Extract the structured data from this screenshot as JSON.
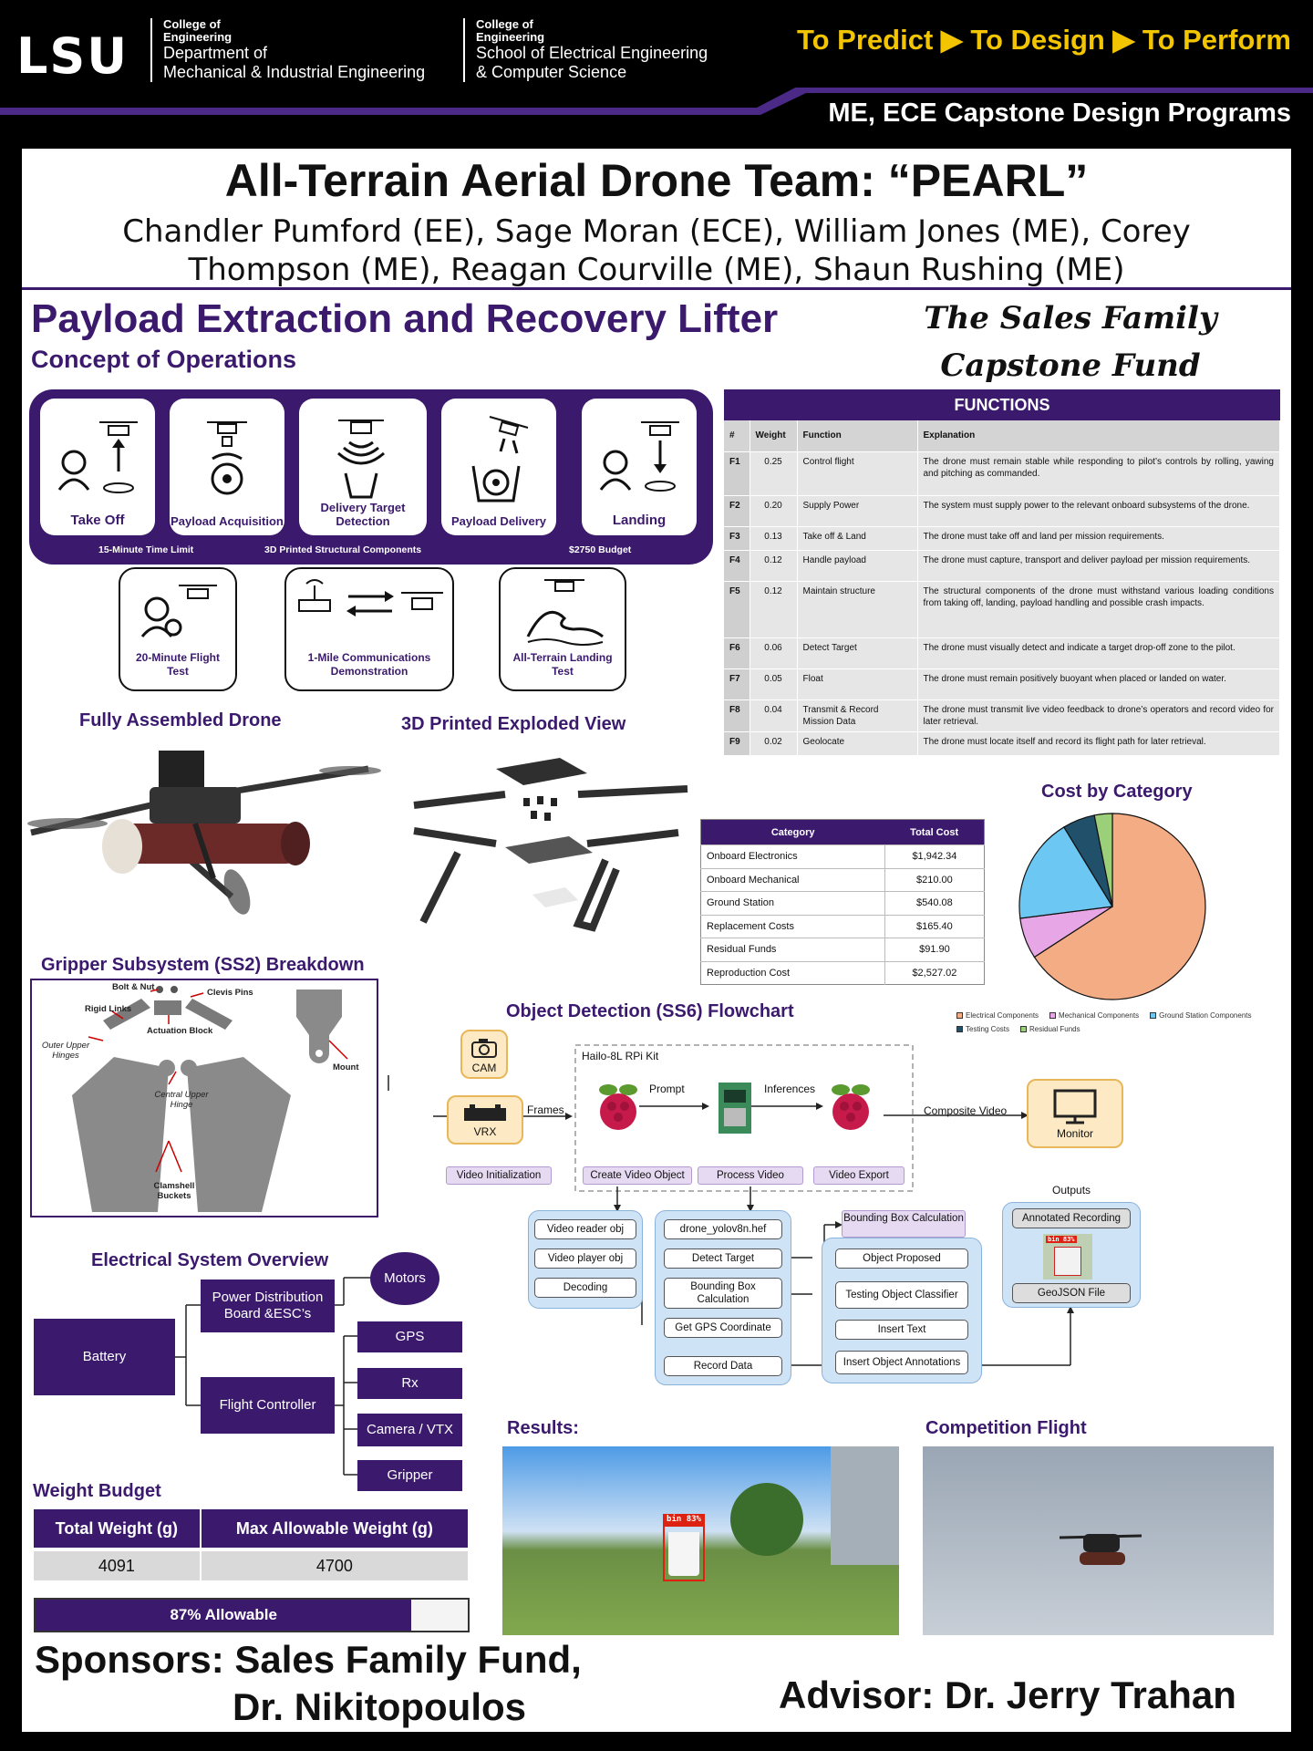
{
  "header": {
    "logo": "LSU",
    "dept1": {
      "college": "College of",
      "school": "Engineering",
      "line1": "Department of",
      "line2": "Mechanical & Industrial Engineering"
    },
    "dept2": {
      "college": "College of",
      "school": "Engineering",
      "line1": "School of Electrical Engineering",
      "line2": "& Computer Science"
    },
    "tagline": "To Predict ▶ To Design ▶ To Perform",
    "program": "ME, ECE Capstone Design Programs",
    "colors": {
      "purple": "#3b1a6e",
      "gold": "#f2c500"
    }
  },
  "title": "All-Terrain Aerial Drone Team: “PEARL”",
  "authors": "Chandler Pumford (EE), Sage Moran (ECE), William Jones (ME), Corey Thompson (ME), Reagan Courville (ME), Shaun Rushing (ME)",
  "main_heading": "Payload Extraction and Recovery Lifter",
  "fund_logo": "The Sales Family Capstone Fund",
  "conops": {
    "heading": "Concept of Operations",
    "ops": [
      "Take Off",
      "Payload Acquisition",
      "Delivery Target Detection",
      "Payload Delivery",
      "Landing"
    ],
    "constraints": [
      "15-Minute Time Limit",
      "3D Printed Structural Components",
      "$2750 Budget"
    ],
    "tests": [
      "20-Minute Flight Test",
      "1-Mile Communications Demonstration",
      "All-Terrain Landing Test"
    ]
  },
  "functions": {
    "title": "FUNCTIONS",
    "columns": [
      "#",
      "Weight",
      "Function",
      "Explanation"
    ],
    "rows": [
      [
        "F1",
        "0.25",
        "Control flight",
        "The drone must remain stable while responding to pilot’s controls by rolling, yawing and pitching as commanded."
      ],
      [
        "F2",
        "0.20",
        "Supply Power",
        "The system must supply power to the relevant onboard subsystems of the drone."
      ],
      [
        "F3",
        "0.13",
        "Take off & Land",
        "The drone must take off and land per mission requirements."
      ],
      [
        "F4",
        "0.12",
        "Handle payload",
        "The drone must capture, transport and deliver payload per mission requirements."
      ],
      [
        "F5",
        "0.12",
        "Maintain structure",
        "The structural components of the drone must withstand various loading conditions from taking off, landing, payload handling and possible crash impacts."
      ],
      [
        "F6",
        "0.06",
        "Detect Target",
        "The drone must visually detect and indicate a target drop-off zone to the pilot."
      ],
      [
        "F7",
        "0.05",
        "Float",
        "The drone must remain positively buoyant when placed or landed on water."
      ],
      [
        "F8",
        "0.04",
        "Transmit & Record Mission Data",
        "The drone must transmit live video feedback to drone’s operators and record video for later retrieval."
      ],
      [
        "F9",
        "0.02",
        "Geolocate",
        "The drone must locate itself and record its flight path for later retrieval."
      ]
    ]
  },
  "figures": {
    "assembled": "Fully Assembled Drone",
    "exploded": "3D Printed Exploded View",
    "gripper": "Gripper Subsystem (SS2) Breakdown",
    "flowchart": "Object Detection (SS6) Flowchart",
    "electrical": "Electrical System Overview",
    "weight": "Weight Budget",
    "results": "Results:",
    "competition": "Competition Flight"
  },
  "cost_table": {
    "columns": [
      "Category",
      "Total Cost"
    ],
    "rows": [
      [
        "Onboard Electronics",
        "$1,942.34"
      ],
      [
        "Onboard Mechanical",
        "$210.00"
      ],
      [
        "Ground Station",
        "$540.08"
      ],
      [
        "Replacement Costs",
        "$165.40"
      ],
      [
        "Residual Funds",
        "$91.90"
      ],
      [
        "Reproduction Cost",
        "$2,527.02"
      ]
    ]
  },
  "chart_data": {
    "type": "pie",
    "title": "Cost by Category",
    "categories": [
      "Electrical Components",
      "Mechanical Components",
      "Ground Station Components",
      "Testing Costs",
      "Residual Funds"
    ],
    "values": [
      1942.34,
      210.0,
      540.08,
      165.4,
      91.9
    ],
    "colors": [
      "#f4ac85",
      "#e7a6e6",
      "#6cc8f2",
      "#21506b",
      "#9ccf79"
    ],
    "legend": "bottom"
  },
  "gripper_labels": {
    "bolt": "Bolt & Nut",
    "clevis": "Clevis Pins",
    "rigid": "Rigid Links",
    "actuation": "Actuation Block",
    "outer": "Outer Upper Hinges",
    "mount": "Mount",
    "central": "Central Upper Hinge",
    "buckets": "Clamshell Buckets"
  },
  "flowchart": {
    "cam": "CAM",
    "vrx": "VRX",
    "frames": "Frames",
    "kit": "Hailo-8L RPi Kit",
    "prompt": "Prompt",
    "inferences": "Inferences",
    "composite": "Composite Video",
    "monitor": "Monitor",
    "stages": [
      "Video Initialization",
      "Create Video Object",
      "Process Video",
      "Video Export"
    ],
    "video_group": [
      "Video reader obj",
      "Video player obj",
      "Decoding"
    ],
    "process_group": [
      "drone_yolov8n.hef",
      "Detect Target",
      "Bounding Box Calculation",
      "Get GPS Coordinate",
      "Record Data"
    ],
    "bbox_header": "Bounding Box Calculation",
    "bbox_group": [
      "Object Proposed",
      "Testing Object Classifier",
      "Insert Text",
      "Insert Object Annotations"
    ],
    "outputs_label": "Outputs",
    "outputs": [
      "Annotated Recording",
      "GeoJSON File"
    ],
    "detection_tag": "bin 83%"
  },
  "electrical": {
    "battery": "Battery",
    "pdb": "Power Distribution Board &ESC’s",
    "fc": "Flight Controller",
    "motors": "Motors",
    "peripherals": [
      "GPS",
      "Rx",
      "Camera / VTX",
      "Gripper"
    ]
  },
  "weight_budget": {
    "columns": [
      "Total Weight (g)",
      "Max Allowable Weight (g)"
    ],
    "values": [
      "4091",
      "4700"
    ],
    "fraction": 0.87,
    "bar_label": "87% Allowable"
  },
  "results_tag": "bin 83%",
  "sponsors": [
    "Sponsors: Sales Family Fund,",
    "Dr. Nikitopoulos"
  ],
  "advisor": "Advisor: Dr. Jerry Trahan"
}
